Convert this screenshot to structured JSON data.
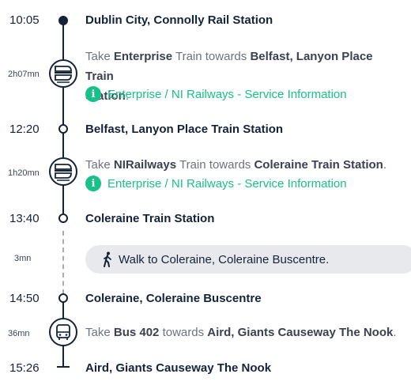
{
  "stops": [
    {
      "time": "10:05",
      "name": "Dublin City, Connolly Rail Station"
    },
    {
      "time": "12:20",
      "name": "Belfast, Lanyon Place Train Station"
    },
    {
      "time": "13:40",
      "name": "Coleraine Train Station"
    },
    {
      "time": "14:50",
      "name": "Coleraine, Coleraine Buscentre"
    },
    {
      "time": "15:26",
      "name": "Aird, Giants Causeway The Nook"
    }
  ],
  "legs": [
    {
      "duration": "2h07mn",
      "icon": "train-icon",
      "take": "Take",
      "operator": "Enterprise",
      "mode": "Train towards",
      "destination_line1": "Belfast, Lanyon Place Train",
      "destination_line2": "Station",
      "end": ".",
      "info": "Enterprise / NI Railways - Service Information"
    },
    {
      "duration": "1h20mn",
      "icon": "train-icon",
      "take": "Take",
      "operator": "NIRailways",
      "mode": "Train towards",
      "destination": "Coleraine Train Station",
      "end": ".",
      "info": "Enterprise / NI Railways - Service Information"
    },
    {
      "duration": "3mn",
      "icon": "walk-icon",
      "walk": "Walk to Coleraine, Coleraine Buscentre."
    },
    {
      "duration": "36mn",
      "icon": "bus-icon",
      "take": "Take",
      "service": "Bus 402",
      "towards": "towards",
      "destination": "Aird, Giants Causeway The Nook",
      "end": "."
    }
  ],
  "colors": {
    "primary": "#14233a",
    "info": "#18c08a",
    "muted": "#6b7280",
    "pill": "#e8e9ec"
  }
}
